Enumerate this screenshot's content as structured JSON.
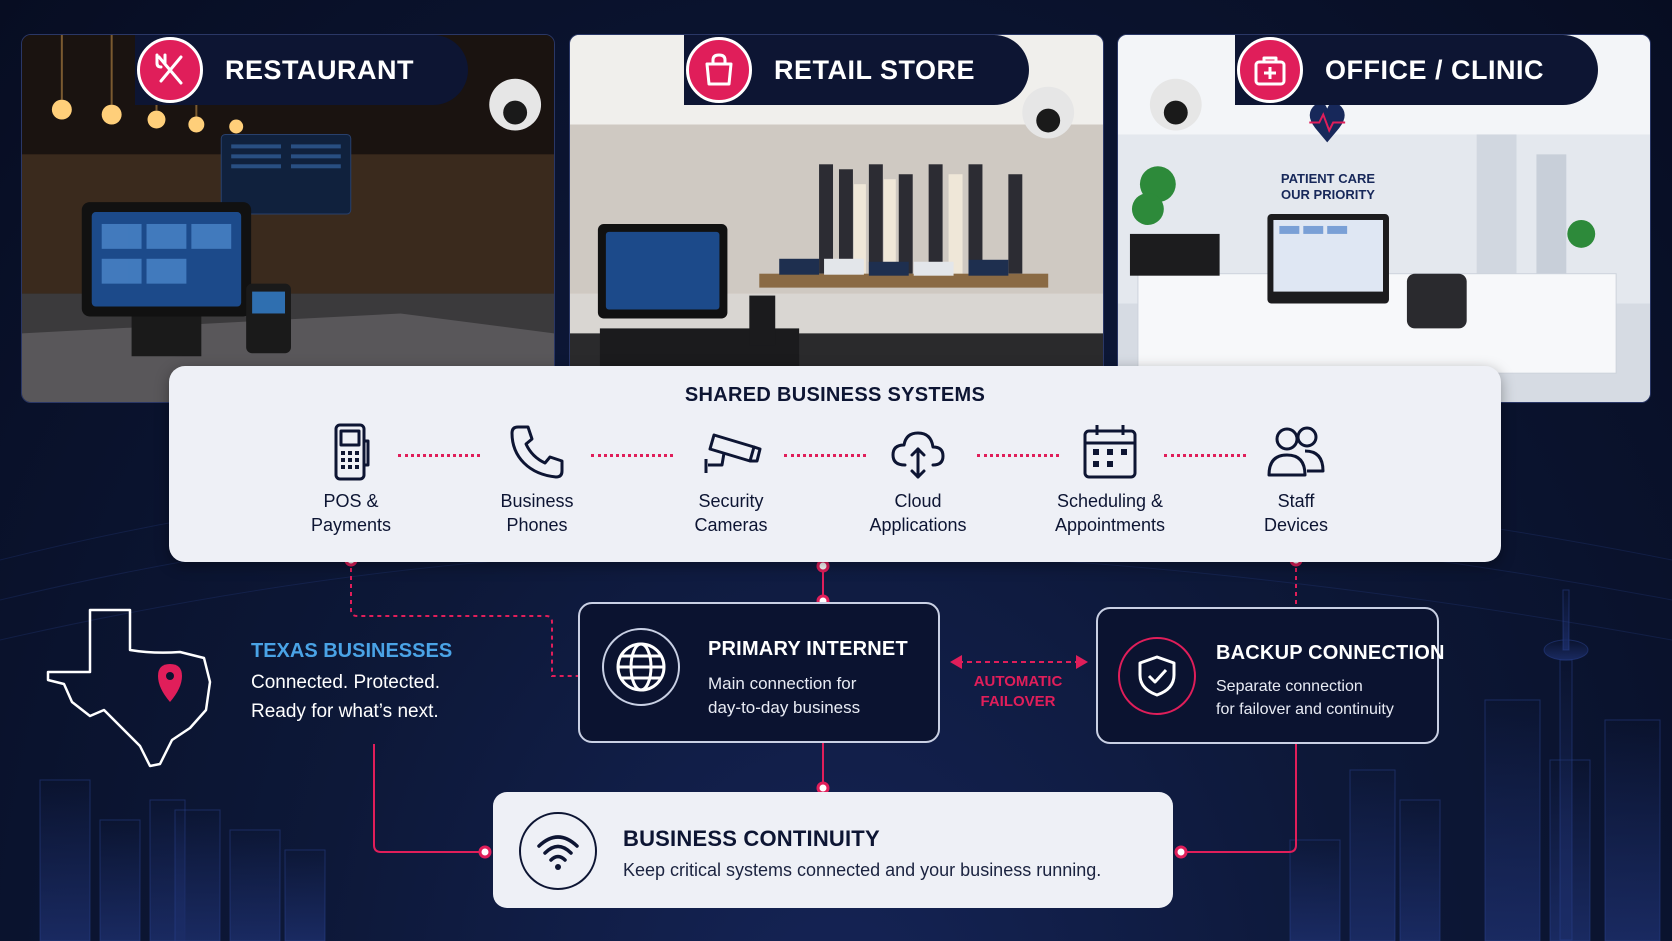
{
  "panels": [
    {
      "title": "RESTAURANT",
      "icon": "fork-knife-icon"
    },
    {
      "title": "RETAIL STORE",
      "icon": "shopping-bag-icon"
    },
    {
      "title": "OFFICE / CLINIC",
      "icon": "medical-kit-icon"
    }
  ],
  "clinic_sign": {
    "line1": "PATIENT CARE",
    "line2": "OUR PRIORITY"
  },
  "shared_systems": {
    "title": "SHARED BUSINESS SYSTEMS",
    "items": [
      {
        "line1": "POS &",
        "line2": "Payments",
        "icon": "pos-terminal-icon"
      },
      {
        "line1": "Business",
        "line2": "Phones",
        "icon": "phone-icon"
      },
      {
        "line1": "Security",
        "line2": "Cameras",
        "icon": "security-camera-icon"
      },
      {
        "line1": "Cloud",
        "line2": "Applications",
        "icon": "cloud-icon"
      },
      {
        "line1": "Scheduling &",
        "line2": "Appointments",
        "icon": "calendar-icon"
      },
      {
        "line1": "Staff",
        "line2": "Devices",
        "icon": "users-icon"
      }
    ]
  },
  "texas": {
    "title": "TEXAS BUSINESSES",
    "line1": "Connected. Protected.",
    "line2": "Ready for what’s next.",
    "icon": "texas-map-pin-icon"
  },
  "primary_internet": {
    "title": "PRIMARY INTERNET",
    "line1": "Main connection for",
    "line2": "day-to-day business",
    "icon": "globe-icon"
  },
  "failover": {
    "line1": "AUTOMATIC",
    "line2": "FAILOVER"
  },
  "backup_connection": {
    "title": "BACKUP CONNECTION",
    "line1": "Separate connection",
    "line2": "for failover and continuity",
    "icon": "shield-check-icon"
  },
  "business_continuity": {
    "title": "BUSINESS CONTINUITY",
    "subtitle": "Keep critical systems connected and your business running.",
    "icon": "wifi-icon"
  },
  "colors": {
    "background": "#0b1330",
    "accent": "#e01e5a",
    "card_light": "#eef0f6",
    "texas_blue": "#4aa3e6"
  }
}
